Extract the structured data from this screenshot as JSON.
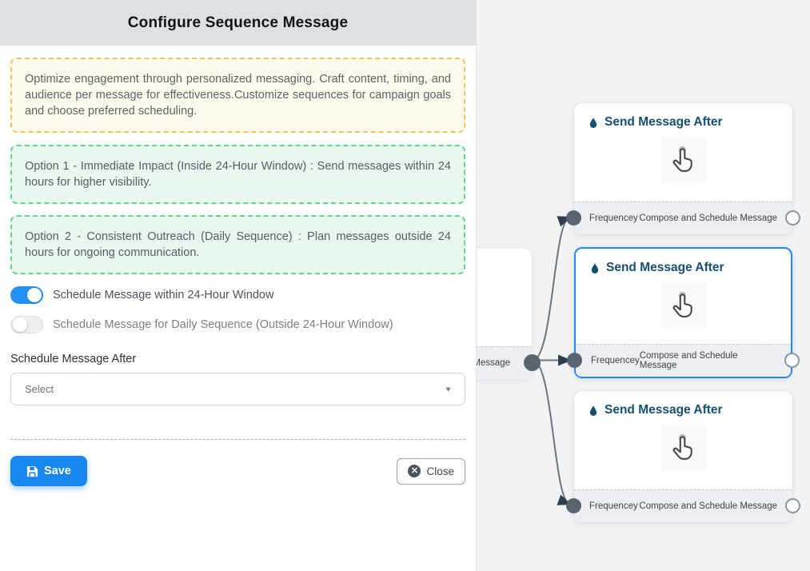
{
  "panel": {
    "title": "Configure Sequence Message",
    "intro": "Optimize engagement through personalized messaging. Craft content, timing, and audience per message for effectiveness.Customize sequences for campaign goals and choose preferred scheduling.",
    "option1": "Option 1 - Immediate Impact (Inside 24-Hour Window) : Send messages within 24 hours for higher visibility.",
    "option2": "Option 2 - Consistent Outreach (Daily Sequence) : Plan messages outside 24 hours for ongoing communication.",
    "toggles": [
      {
        "label": "Schedule Message within 24-Hour Window",
        "state": "on"
      },
      {
        "label": "Schedule Message for Daily Sequence (Outside 24-Hour Window)",
        "state": "off"
      }
    ],
    "schedule_field": {
      "label": "Schedule Message After",
      "value": "Select"
    },
    "save_label": "Save",
    "close_label": "Close"
  },
  "canvas": {
    "partial_node": {
      "footer_label": "ce Message"
    },
    "nodes": [
      {
        "title": "Send Message After",
        "footer_left": "Frequencey",
        "footer_right": "Compose and Schedule Message",
        "selected": false
      },
      {
        "title": "Send Message After",
        "footer_left": "Frequencey",
        "footer_right": "Compose and Schedule Message",
        "selected": true
      },
      {
        "title": "Send Message After",
        "footer_left": "Frequencey",
        "footer_right": "Compose and Schedule Message",
        "selected": false
      }
    ]
  },
  "colors": {
    "accent_blue": "#1887f2",
    "toggle_on": "#2492f5",
    "selected_node_border": "#1f87ff",
    "node_title": "#15506e",
    "edge": "#6a7582",
    "arrow": "#2c3e50",
    "handle_fill": "#5a6470",
    "yellow_border": "#f2c45c",
    "green_border": "#63d88a",
    "canvas_bg": "#f2f3f5",
    "header_bg": "#dde1e6"
  }
}
